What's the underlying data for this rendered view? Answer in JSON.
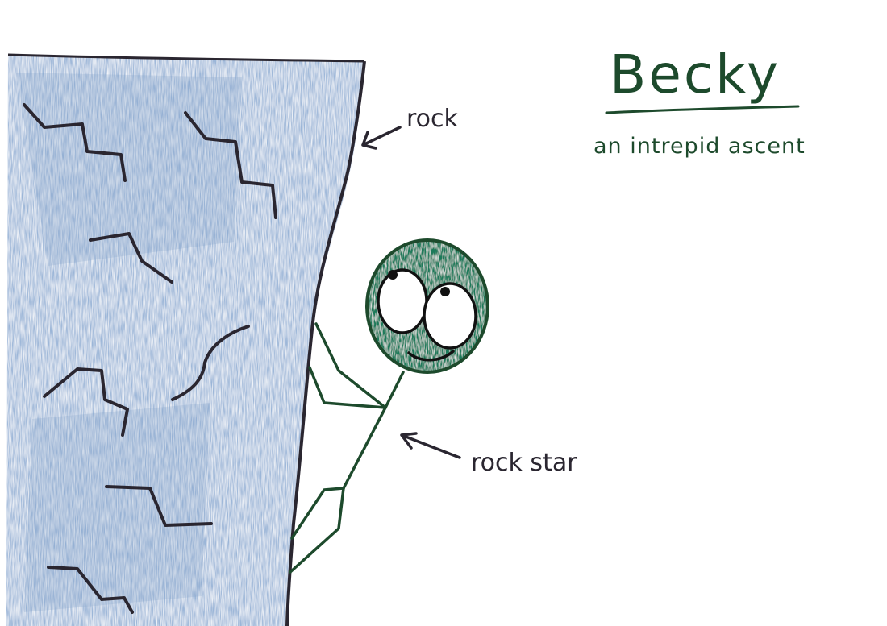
{
  "title": {
    "text": "Becky",
    "subtitle": "an intrepid ascent"
  },
  "annotations": {
    "rock": "rock",
    "rock_star": "rock star"
  },
  "colors": {
    "rock_fill": "#9bb6d8",
    "rock_shade": "#7f9fc9",
    "ink": "#2a2630",
    "green_ink": "#1d4a2c",
    "head_fill": "#1f7a5a",
    "paper": "#ffffff"
  }
}
